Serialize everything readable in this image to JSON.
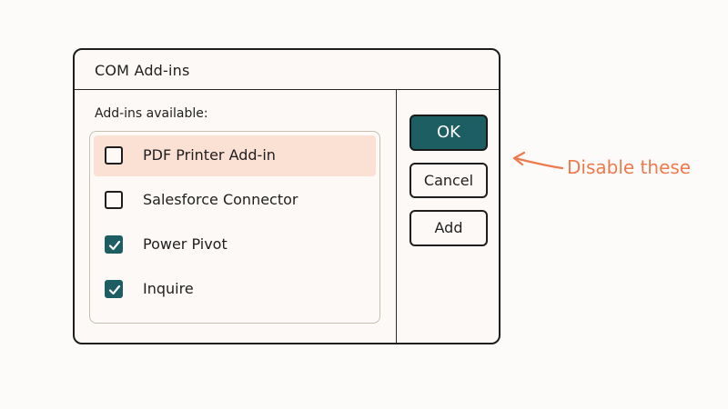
{
  "dialog": {
    "title": "COM Add-ins",
    "list_label": "Add-ins available:",
    "items": [
      {
        "label": "PDF Printer Add-in",
        "checked": false,
        "highlighted": true
      },
      {
        "label": "Salesforce Connector",
        "checked": false,
        "highlighted": false
      },
      {
        "label": "Power Pivot",
        "checked": true,
        "highlighted": false
      },
      {
        "label": "Inquire",
        "checked": true,
        "highlighted": false
      }
    ],
    "buttons": {
      "ok": "OK",
      "cancel": "Cancel",
      "add": "Add"
    }
  },
  "annotation": {
    "text": "Disable these"
  },
  "colors": {
    "accent": "#1d5e62",
    "highlight": "#fbe0d4",
    "annotation": "#ee7a4e"
  }
}
